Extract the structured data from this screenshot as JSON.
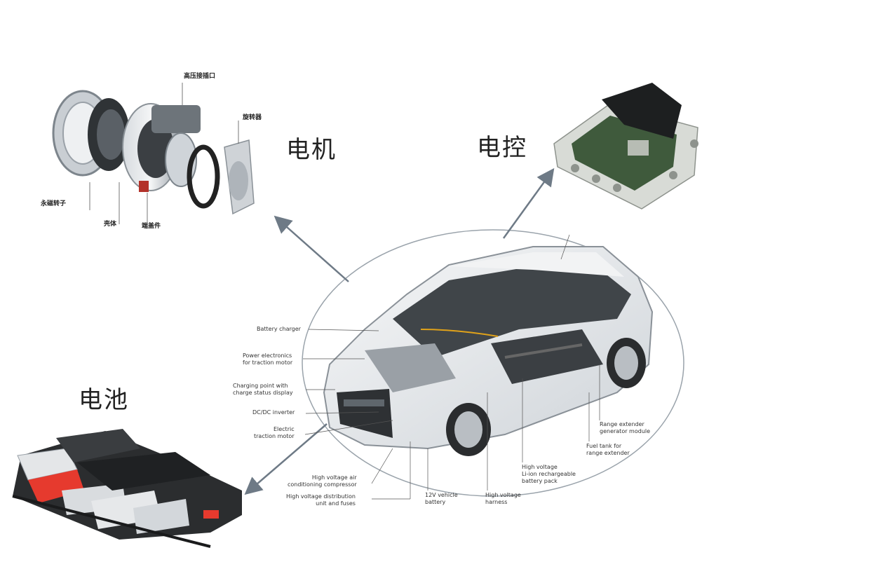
{
  "components": {
    "motor": {
      "title": "电机"
    },
    "controller": {
      "title": "电控"
    },
    "battery": {
      "title": "电池"
    }
  },
  "motor_parts": [
    "高压接插口",
    "旋转器",
    "永磁转子",
    "壳体",
    "端盖件"
  ],
  "car_callouts": {
    "battery_charger": "Battery charger",
    "power_electronics": "Power electronics\nfor traction motor",
    "charging_point": "Charging point with\ncharge status display",
    "dcdc": "DC/DC inverter",
    "electric_motor": "Electric\ntraction motor",
    "hv_air": "High voltage air\nconditioning compressor",
    "hv_dist": "High voltage distribution\nunit and fuses",
    "lv_battery": "12V vehicle\nbattery",
    "hv_harness": "High voltage\nharness",
    "hv_battery": "High voltage\nLi-ion rechargeable\nbattery pack",
    "fuel_tank": "Fuel tank for\nrange extender",
    "range_extender": "Range extender\ngenerator module"
  },
  "colors": {
    "arrow": "#6e7a86",
    "ellipse": "#9aa3ab",
    "car_body": "#e9ecef",
    "battery_red": "#e63a2e"
  }
}
